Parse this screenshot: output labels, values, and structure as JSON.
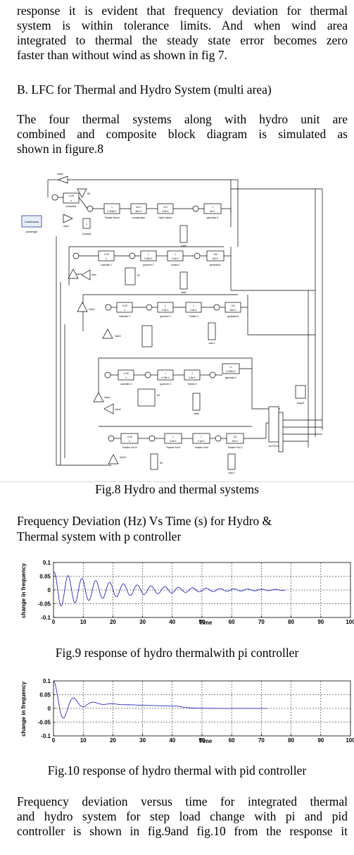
{
  "intro_lines": [
    "response it is evident that frequency deviation for thermal",
    "system is within tolerance limits. And when wind area",
    "integrated to thermal the steady state error becomes zero",
    "faster than without wind as shown in fig 7."
  ],
  "section_heading": "B. LFC for Thermal and Hydro System (multi area)",
  "para2_lines": [
    "The four thermal systems along with hydro unit are",
    "combined and composite block diagram is simulated as",
    "shown in figure.8"
  ],
  "diagram": {
    "continuous_block": "Continuous",
    "powergui": "powergui",
    "blocks": {
      "gain6": "Gain6",
      "r5": "R5",
      "controller5": "controller5",
      "constant": "Constant",
      "transfer_dmod": "Transfer Dmod",
      "compensator": "compensator",
      "hydro_turbine": "Hydro turbine",
      "gen5": "generator 5",
      "load5": "load5",
      "gain7": "Gain7",
      "gain8": "Gain8",
      "ctrl1": "controller 1",
      "gov1": "governer 1",
      "turb1": "Turbine 1",
      "gen1": "generator1",
      "load2": "load2",
      "r1": "R1",
      "gain1": "Gain1",
      "gain": "Gain",
      "ctrl2": "controller 2",
      "gov2": "governer 2",
      "turb2": "Turbine 2",
      "gen3": "generator3",
      "load": "load 2",
      "gain2": "Gain2",
      "gain3": "Gain3",
      "ctrl3": "controller 3",
      "gov3": "governer 3",
      "turb3": "Turbine 3",
      "gen2": "generator 2",
      "load3": "load3",
      "r3": "R3",
      "gain4": "Gain4",
      "gain5": "Gain5",
      "tf4": "Transfer Fcn10",
      "tf5": "Transfer Fcn5",
      "tf6": "Transfer Fcn6",
      "tf7": "Transfer Fcn17",
      "load4": "load 4",
      "r4": "R4",
      "gain9": "Gain9",
      "scope": "Scope1",
      "mux": "Zo/T1121s",
      "fr_minus": "-0.09",
      "fr_s": "s",
      "fr_one": "1",
      "fr_0325": "0.325s+1",
      "fr_5s1": "5s+1",
      "fr_50s1": "50s+1",
      "fr_ms1": "-s+1",
      "fr_05s1": "0.5s+1",
      "fr_6s1": "6s+1",
      "fr_100": "100",
      "fr_20s1": "20s+1",
      "fr_008": "0.08s+1",
      "fr_03s1": "0.3s+1",
      "fr_75": "0.75s+1",
      "fr_ss": "0.5s+1",
      "fr_1000": "120",
      "fr_334": "0.334s+1",
      "fr_6": "6"
    }
  },
  "fig8_caption": "Fig.8 Hydro and thermal systems",
  "subheading_lines": [
    "Frequency Deviation (Hz) Vs Time (s) for Hydro &",
    "Thermal system with p controller"
  ],
  "chart_data": [
    {
      "type": "line",
      "title": "",
      "xlabel": "Time",
      "ylabel": "change in frequency",
      "xlim": [
        0,
        100
      ],
      "ylim": [
        -0.1,
        0.1
      ],
      "x_ticks": [
        "0",
        "10",
        "20",
        "30",
        "40",
        "50",
        "60",
        "70",
        "80",
        "90",
        "100"
      ],
      "y_ticks": [
        "0.1",
        "0.05",
        "0",
        "-0.05",
        "-0.1"
      ],
      "grid": true,
      "series_color": "#1010c0",
      "signal": {
        "amplitude": 0.065,
        "decay": 0.045,
        "omega": 1.35,
        "offset": 0,
        "phase": 1.2,
        "end": 78
      },
      "caption": "Fig.9 response of hydro thermalwith pi controller"
    },
    {
      "type": "line",
      "title": "",
      "xlabel": "Time",
      "ylabel": "change in frequency",
      "xlim": [
        0,
        100
      ],
      "ylim": [
        -0.1,
        0.1
      ],
      "x_ticks": [
        "0",
        "10",
        "20",
        "30",
        "40",
        "50",
        "60",
        "70",
        "80",
        "90",
        "100"
      ],
      "y_ticks": [
        "0.1",
        "0.05",
        "0",
        "-0.05",
        "-0.1"
      ],
      "grid": true,
      "series_color": "#1010c0",
      "signal": {
        "amplitude": 0.1,
        "decay": 0.22,
        "omega": 0.95,
        "offset": 0.018,
        "phase": 1.3,
        "end": 72
      },
      "caption": "Fig.10 response of hydro thermal with pid controller"
    }
  ],
  "para3_lines": [
    "Frequency deviation versus time for integrated thermal",
    "and hydro system for step load change with pi and pid",
    "controller is shown in fig.9and fig.10 from the response it"
  ]
}
